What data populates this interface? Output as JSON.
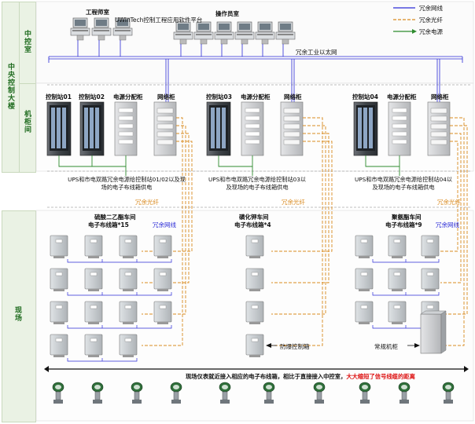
{
  "sidebar": {
    "building_label": "中央控制大楼",
    "control_room": "中控室",
    "cabinet_room": "机柜间",
    "field": "现场"
  },
  "top": {
    "engineer_room": "工程师室",
    "platform": "UWinTech控制工程应用软件平台",
    "operator_room": "操作员室",
    "ethernet": "冗余工业以太网"
  },
  "legend": {
    "items": [
      {
        "label": "冗余网线",
        "color": "#2a2ad6"
      },
      {
        "label": "冗余光纤",
        "color": "#d98a1f"
      },
      {
        "label": "冗余电源",
        "color": "#2e8b2e"
      }
    ]
  },
  "cabinets": {
    "station01": "控制站01",
    "station02": "控制站02",
    "power1": "电源分配柜",
    "network1": "网络柜",
    "station03": "控制站03",
    "power2": "电源分配柜",
    "network2": "网络柜",
    "station04": "控制站04",
    "power3": "电源分配柜",
    "network3": "网络柜"
  },
  "ups": {
    "g1": "UPS和市电双路冗余电源给控制站01/02以及现场的电子布线箱供电",
    "g2": "UPS和市电双路冗余电源给控制站03以及现场的电子布线箱供电",
    "g3": "UPS和市电双路冗余电源给控制站04以及现场的电子布线箱供电"
  },
  "field": {
    "fiber_label": "冗余光纤",
    "net_label": "冗余网线",
    "area1_line1": "硫酸二乙酯车间",
    "area1_line2": "电子布线箱*15",
    "area2_line1": "磺化钾车间",
    "area2_line2": "电子布线箱*4",
    "area3_line1": "聚氨酯车间",
    "area3_line2": "电子布线箱*9",
    "explosion_box": "防爆控制箱",
    "regular_cabinet": "常规机柜",
    "bottom_note": "现场仪表就近接入相应的电子布线箱，相比于直接接入中控室，",
    "bottom_note_red": "大大缩短了信号线缆的距离"
  }
}
